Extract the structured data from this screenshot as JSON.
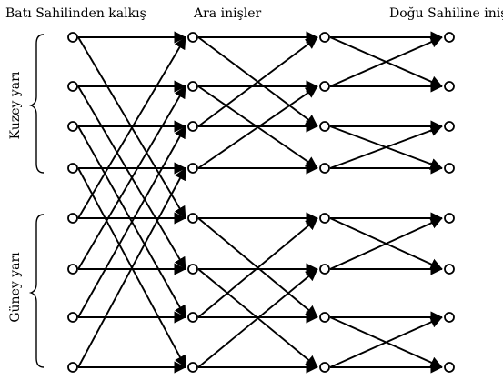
{
  "labels": {
    "start": "Batı Sahilinden kalkış",
    "middle": "Ara inişler",
    "end": "Doğu Sahiline iniş",
    "north": "Kuzey yarı",
    "south": "Güney yarı"
  },
  "graph": {
    "columns": 4,
    "nodes_per_column": 8,
    "edges": [
      {
        "from": [
          0,
          0
        ],
        "to": [
          1,
          0
        ]
      },
      {
        "from": [
          0,
          0
        ],
        "to": [
          1,
          4
        ]
      },
      {
        "from": [
          0,
          1
        ],
        "to": [
          1,
          1
        ]
      },
      {
        "from": [
          0,
          1
        ],
        "to": [
          1,
          5
        ]
      },
      {
        "from": [
          0,
          2
        ],
        "to": [
          1,
          2
        ]
      },
      {
        "from": [
          0,
          2
        ],
        "to": [
          1,
          6
        ]
      },
      {
        "from": [
          0,
          3
        ],
        "to": [
          1,
          3
        ]
      },
      {
        "from": [
          0,
          3
        ],
        "to": [
          1,
          7
        ]
      },
      {
        "from": [
          0,
          4
        ],
        "to": [
          1,
          4
        ]
      },
      {
        "from": [
          0,
          4
        ],
        "to": [
          1,
          0
        ]
      },
      {
        "from": [
          0,
          5
        ],
        "to": [
          1,
          5
        ]
      },
      {
        "from": [
          0,
          5
        ],
        "to": [
          1,
          1
        ]
      },
      {
        "from": [
          0,
          6
        ],
        "to": [
          1,
          6
        ]
      },
      {
        "from": [
          0,
          6
        ],
        "to": [
          1,
          2
        ]
      },
      {
        "from": [
          0,
          7
        ],
        "to": [
          1,
          7
        ]
      },
      {
        "from": [
          0,
          7
        ],
        "to": [
          1,
          3
        ]
      },
      {
        "from": [
          1,
          0
        ],
        "to": [
          2,
          0
        ]
      },
      {
        "from": [
          1,
          0
        ],
        "to": [
          2,
          2
        ]
      },
      {
        "from": [
          1,
          1
        ],
        "to": [
          2,
          1
        ]
      },
      {
        "from": [
          1,
          1
        ],
        "to": [
          2,
          3
        ]
      },
      {
        "from": [
          1,
          2
        ],
        "to": [
          2,
          2
        ]
      },
      {
        "from": [
          1,
          2
        ],
        "to": [
          2,
          0
        ]
      },
      {
        "from": [
          1,
          3
        ],
        "to": [
          2,
          3
        ]
      },
      {
        "from": [
          1,
          3
        ],
        "to": [
          2,
          1
        ]
      },
      {
        "from": [
          1,
          4
        ],
        "to": [
          2,
          4
        ]
      },
      {
        "from": [
          1,
          4
        ],
        "to": [
          2,
          6
        ]
      },
      {
        "from": [
          1,
          5
        ],
        "to": [
          2,
          5
        ]
      },
      {
        "from": [
          1,
          5
        ],
        "to": [
          2,
          7
        ]
      },
      {
        "from": [
          1,
          6
        ],
        "to": [
          2,
          6
        ]
      },
      {
        "from": [
          1,
          6
        ],
        "to": [
          2,
          4
        ]
      },
      {
        "from": [
          1,
          7
        ],
        "to": [
          2,
          7
        ]
      },
      {
        "from": [
          1,
          7
        ],
        "to": [
          2,
          5
        ]
      },
      {
        "from": [
          2,
          0
        ],
        "to": [
          3,
          0
        ]
      },
      {
        "from": [
          2,
          0
        ],
        "to": [
          3,
          1
        ]
      },
      {
        "from": [
          2,
          1
        ],
        "to": [
          3,
          1
        ]
      },
      {
        "from": [
          2,
          1
        ],
        "to": [
          3,
          0
        ]
      },
      {
        "from": [
          2,
          2
        ],
        "to": [
          3,
          2
        ]
      },
      {
        "from": [
          2,
          2
        ],
        "to": [
          3,
          3
        ]
      },
      {
        "from": [
          2,
          3
        ],
        "to": [
          3,
          3
        ]
      },
      {
        "from": [
          2,
          3
        ],
        "to": [
          3,
          2
        ]
      },
      {
        "from": [
          2,
          4
        ],
        "to": [
          3,
          4
        ]
      },
      {
        "from": [
          2,
          4
        ],
        "to": [
          3,
          5
        ]
      },
      {
        "from": [
          2,
          5
        ],
        "to": [
          3,
          5
        ]
      },
      {
        "from": [
          2,
          5
        ],
        "to": [
          3,
          4
        ]
      },
      {
        "from": [
          2,
          6
        ],
        "to": [
          3,
          6
        ]
      },
      {
        "from": [
          2,
          6
        ],
        "to": [
          3,
          7
        ]
      },
      {
        "from": [
          2,
          7
        ],
        "to": [
          3,
          7
        ]
      },
      {
        "from": [
          2,
          7
        ],
        "to": [
          3,
          6
        ]
      }
    ]
  }
}
